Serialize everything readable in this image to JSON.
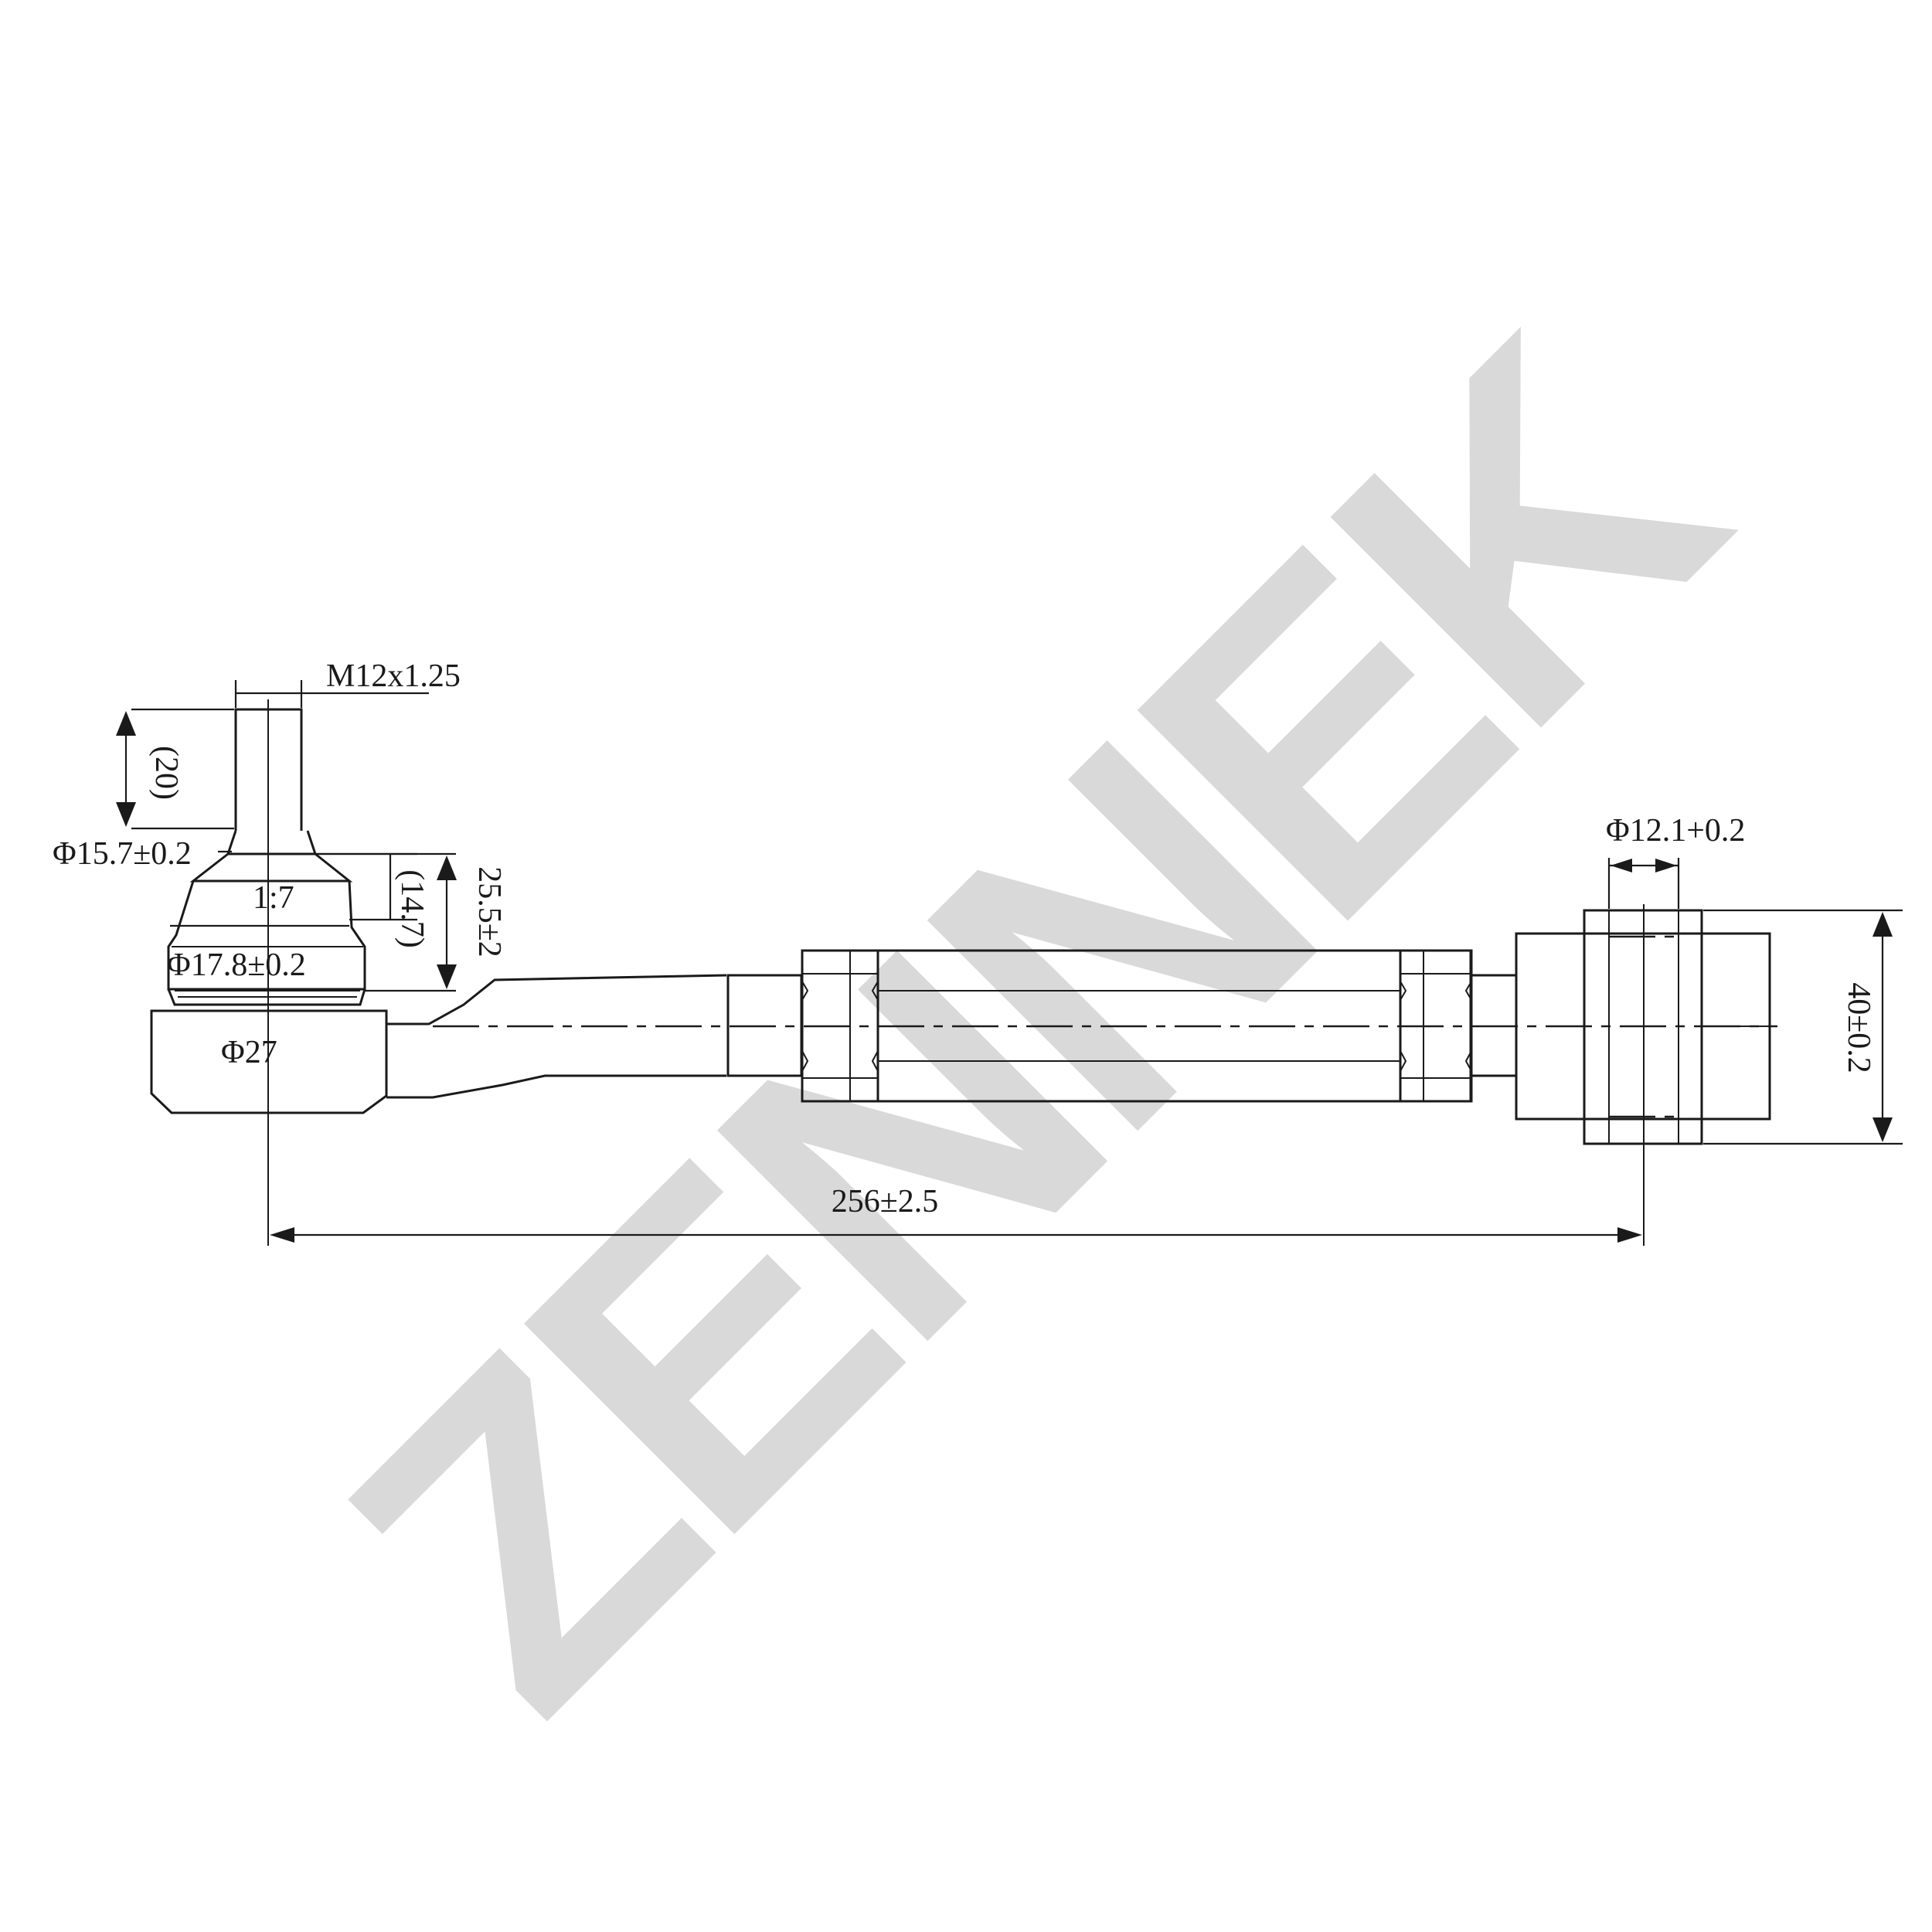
{
  "watermark": {
    "text": "ZENNEK",
    "color": "#d9d9d9"
  },
  "dimensions": {
    "thread": "M12x1.25",
    "stud_length": "(20)",
    "taper_small_dia": "Φ15.7±0.2",
    "taper_ratio": "1:7",
    "taper_large_dia": "Φ17.8±0.2",
    "taper_length": "(14.7)",
    "height": "25.5±2",
    "housing_dia": "Φ27",
    "bore_dia": "Φ12.1+0.2",
    "eye_width": "40±0.2",
    "overall_length": "256±2.5"
  },
  "colors": {
    "line": "#1a1a1a",
    "background": "#ffffff"
  }
}
